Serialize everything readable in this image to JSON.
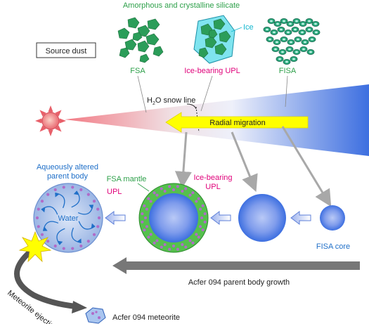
{
  "labels": {
    "top_silicate": "Amorphous and crystalline silicate",
    "source_dust": "Source dust",
    "fsa": "FSA",
    "ice_bearing_upl_top": "Ice-bearing UPL",
    "ice": "Ice",
    "fisa": "FISA",
    "snow_line_prefix": "H",
    "snow_line_sub": "2",
    "snow_line_suffix": "O snow line",
    "radial_migration": "Radial migration",
    "aq_parent_line1": "Aqueously altered",
    "aq_parent_line2": "parent body",
    "upl": "UPL",
    "water": "Water",
    "fsa_mantle": "FSA mantle",
    "ice_bearing_line1": "Ice-bearing",
    "ice_bearing_line2": "UPL",
    "fisa_core": "FISA core",
    "parent_growth": "Acfer 094 parent body growth",
    "meteorite_ejection": "Meteorite ejection",
    "acfer_meteorite": "Acfer 094 meteorite"
  },
  "colors": {
    "green": "#2ea04a",
    "magenta": "#e0007a",
    "blue": "#1f6fc8",
    "cyan": "#14b7cf",
    "yellow": "#ffff00"
  }
}
